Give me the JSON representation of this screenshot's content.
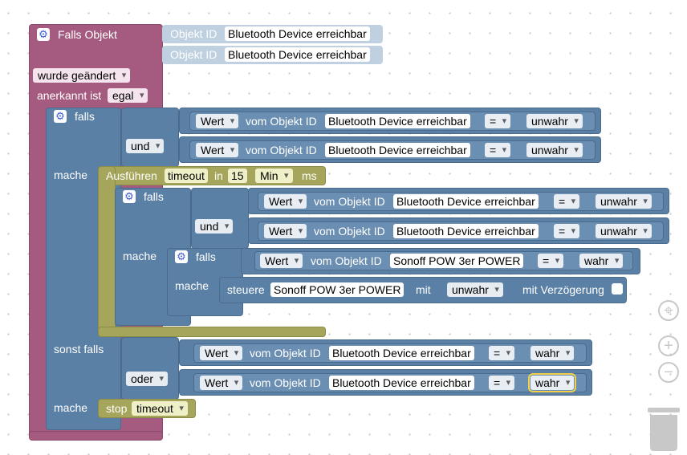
{
  "event": {
    "title": "Falls Objekt",
    "objid_label": "Objekt ID",
    "object1": "Bluetooth Device erreichbar",
    "object2": "Bluetooth Device erreichbar",
    "changed": "wurde geändert",
    "ack_label": "anerkannt ist",
    "ack_value": "egal"
  },
  "if1": {
    "falls": "falls",
    "und": "und",
    "mache": "mache",
    "sonst_falls": "sonst falls",
    "oder": "oder",
    "mache2": "mache",
    "c1": {
      "wert": "Wert",
      "vom": "vom Objekt ID",
      "obj": "Bluetooth Device erreichbar",
      "op": "=",
      "val": "unwahr"
    },
    "c2": {
      "wert": "Wert",
      "vom": "vom Objekt ID",
      "obj": "Bluetooth Device erreichbar",
      "op": "=",
      "val": "unwahr"
    },
    "e1": {
      "wert": "Wert",
      "vom": "vom Objekt ID",
      "obj": "Bluetooth Device erreichbar",
      "op": "=",
      "val": "wahr"
    },
    "e2": {
      "wert": "Wert",
      "vom": "vom Objekt ID",
      "obj": "Bluetooth Device erreichbar",
      "op": "=",
      "val": "wahr"
    }
  },
  "timeout": {
    "label": "Ausführen",
    "name": "timeout",
    "in": "in",
    "value": "15",
    "unit": "Min",
    "ms": "ms"
  },
  "if2": {
    "falls": "falls",
    "und": "und",
    "mache": "mache",
    "c1": {
      "wert": "Wert",
      "vom": "vom Objekt ID",
      "obj": "Bluetooth Device erreichbar",
      "op": "=",
      "val": "unwahr"
    },
    "c2": {
      "wert": "Wert",
      "vom": "vom Objekt ID",
      "obj": "Bluetooth Device erreichbar",
      "op": "=",
      "val": "unwahr"
    }
  },
  "if3": {
    "falls": "falls",
    "mache": "mache",
    "c1": {
      "wert": "Wert",
      "vom": "vom Objekt ID",
      "obj": "Sonoff POW 3er POWER",
      "op": "=",
      "val": "wahr"
    }
  },
  "control": {
    "label": "steuere",
    "obj": "Sonoff POW 3er POWER",
    "mit": "mit",
    "val": "unwahr",
    "delay": "mit Verzögerung"
  },
  "stop": {
    "label": "stop",
    "name": "timeout"
  },
  "icons": {
    "gear": "gear-icon",
    "center": "crosshair-icon",
    "zoom_in": "plus-icon",
    "zoom_out": "minus-icon",
    "trash": "trash-icon"
  },
  "colors": {
    "event": "#a55b80",
    "logic": "#5b80a5",
    "timer": "#a5a55b",
    "highlight": "#f4d04a"
  }
}
